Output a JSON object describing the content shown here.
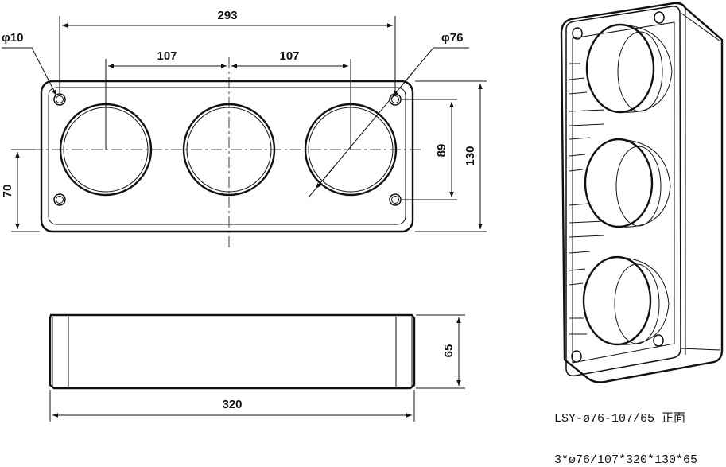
{
  "dimensions": {
    "overall_hole_span": "293",
    "pitch_left": "107",
    "pitch_right": "107",
    "small_hole_dia": "φ10",
    "large_hole_dia": "φ76",
    "vertical_hole_span": "89",
    "height": "130",
    "center_height": "70",
    "depth": "65",
    "length": "320"
  },
  "caption": {
    "model": "LSY-ø76-107/65 正面",
    "spec": "3*ø76/107*320*130*65"
  }
}
